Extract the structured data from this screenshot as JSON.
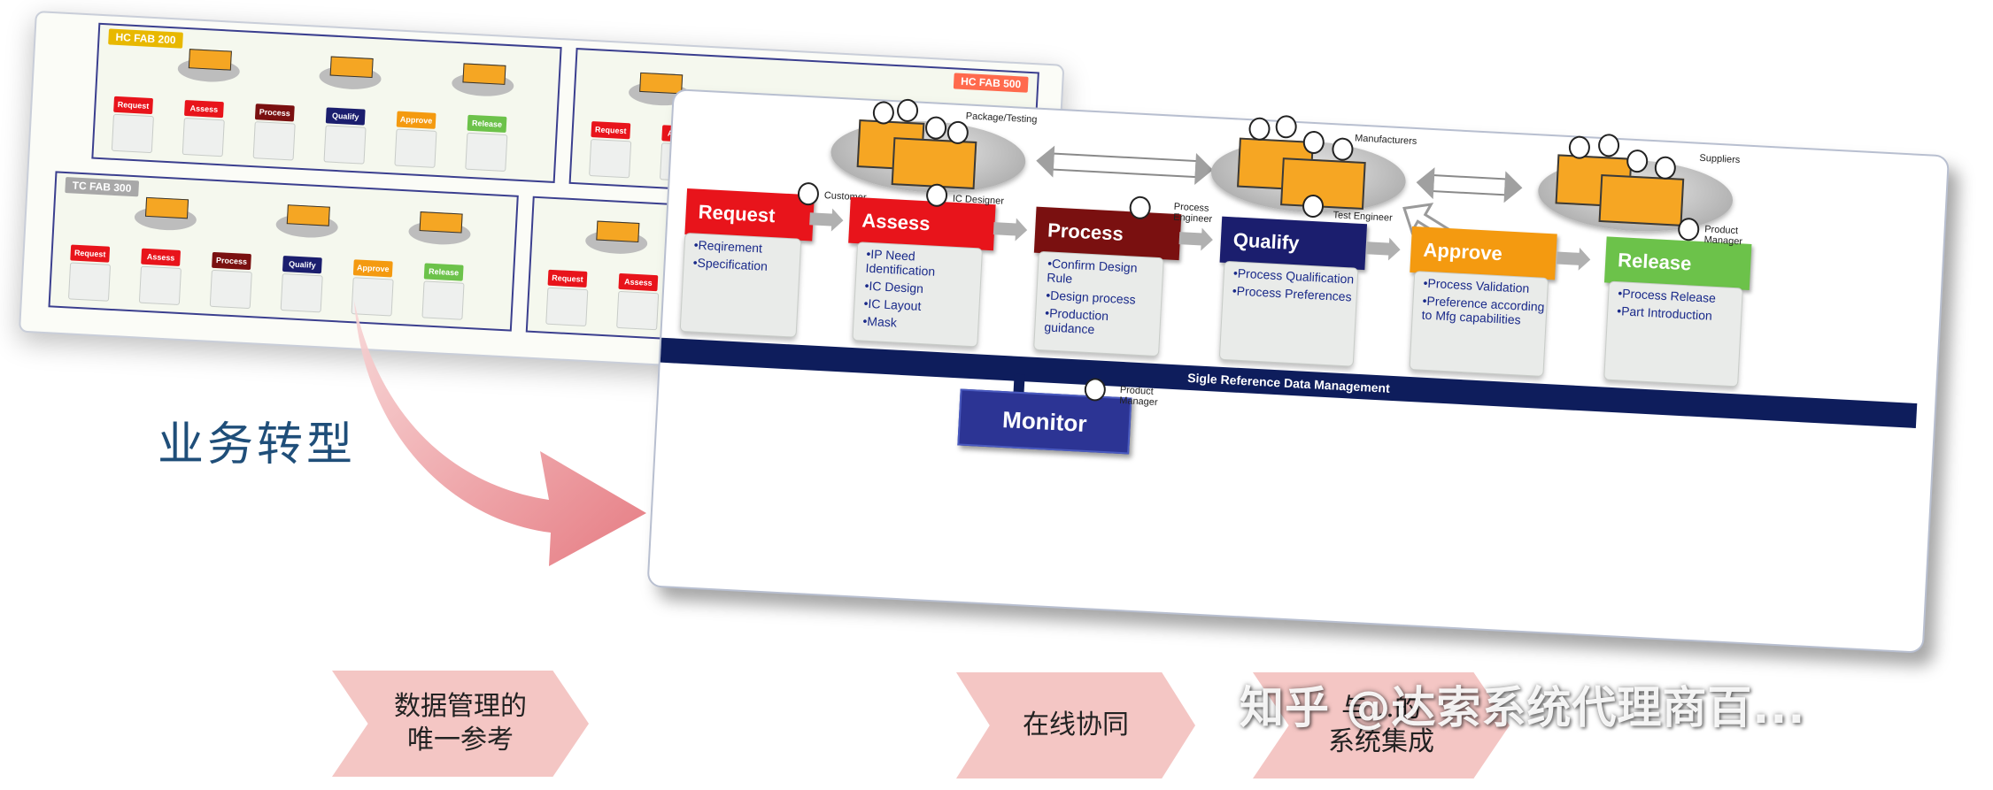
{
  "left_title": "业务转型",
  "back_slide": {
    "tags": [
      {
        "label": "HC FAB 200",
        "color": "#e8b800"
      },
      {
        "label": "HC FAB 500",
        "color": "#ff6a4d"
      },
      {
        "label": "TC FAB 300",
        "color": "#a8a8a8"
      }
    ]
  },
  "main_slide": {
    "groups": [
      {
        "label": "Package/Testing"
      },
      {
        "label": "Manufacturers"
      },
      {
        "label": "Suppliers"
      }
    ],
    "steps": [
      {
        "label": "Request",
        "role": "Customer",
        "color": "#e8141b",
        "bullets": [
          "•Reqirement",
          "•Specification"
        ]
      },
      {
        "label": "Assess",
        "role": "IC Designer",
        "color": "#e8141b",
        "bullets": [
          "•IP Need Identification",
          "•IC Design",
          "•IC Layout",
          "•Mask"
        ]
      },
      {
        "label": "Process",
        "role": "Process Engineer",
        "color": "#7a1010",
        "bullets": [
          "•Confirm Design Rule",
          "•Design process",
          "•Production guidance"
        ]
      },
      {
        "label": "Qualify",
        "role": "Test Engineer",
        "color": "#1b1e6e",
        "bullets": [
          "•Process Qualification",
          "•Process Preferences"
        ]
      },
      {
        "label": "Approve",
        "role": "",
        "color": "#f49a10",
        "bullets": [
          "•Process Validation",
          "•Preference according to Mfg capabilities"
        ]
      },
      {
        "label": "Release",
        "role": "Product Manager",
        "color": "#6cc24a",
        "bullets": [
          "•Process Release",
          "•Part Introduction"
        ]
      }
    ],
    "data_bar_label": "Sigle Reference Data Management",
    "monitor": {
      "label": "Monitor",
      "role": "Product Manager"
    }
  },
  "chevrons": [
    {
      "line1": "数据管理的",
      "line2": "唯一参考"
    },
    {
      "line1": "在线协同",
      "line2": ""
    },
    {
      "line1": "与…的",
      "line2": "系统集成"
    }
  ],
  "watermark": "知乎 @达索系统代理商百..."
}
